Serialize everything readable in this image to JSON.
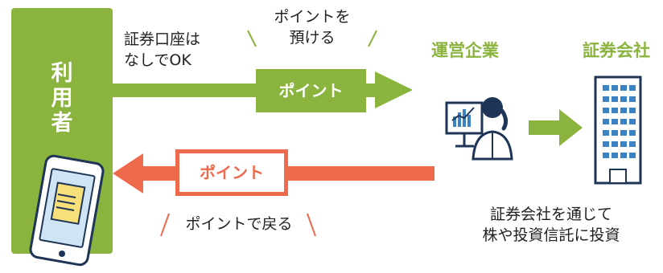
{
  "user": {
    "label_chars": [
      "利",
      "用",
      "者"
    ]
  },
  "top_flow": {
    "note": [
      "証券口座は",
      "なしでOK"
    ],
    "deposit": [
      "ポイントを",
      "預ける"
    ],
    "box_label": "ポイント"
  },
  "bottom_flow": {
    "box_label": "ポイント",
    "return_label": "ポイントで戻る"
  },
  "company": {
    "title": "運営企業"
  },
  "broker": {
    "title": "証券会社"
  },
  "invest_note": [
    "証券会社を通じて",
    "株や投資信託に投資"
  ],
  "colors": {
    "green": "#8ab43e",
    "red": "#ee6a4c",
    "navy": "#1f3557",
    "blue": "#3b82c4"
  }
}
